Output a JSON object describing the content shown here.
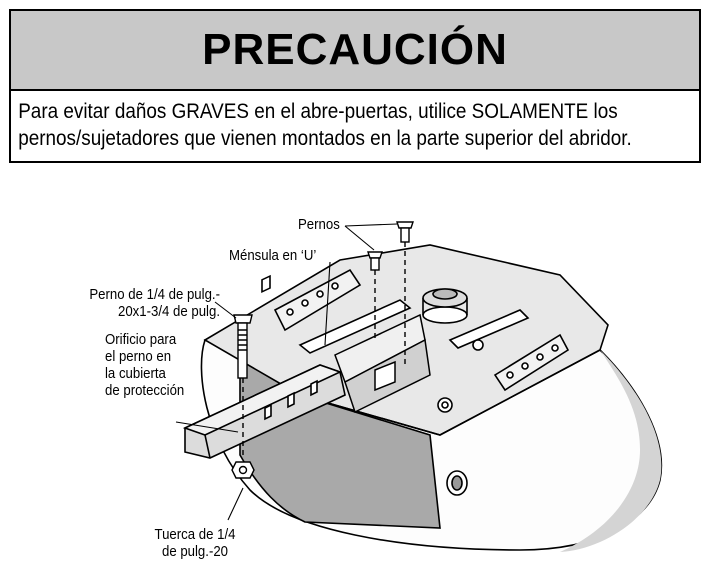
{
  "caution": {
    "title": "PRECAUCIÓN",
    "line1": "Para evitar daños GRAVES en el abre-puertas, utilice SOLAMENTE los",
    "line2": "pernos/sujetadores que vienen montados en la parte superior del abridor."
  },
  "diagram": {
    "labels": {
      "pernos": "Pernos",
      "mensula": "Ménsula en ‘U’",
      "perno_line1": "Perno de 1/4 de pulg.-",
      "perno_line2": "20x1-3/4 de pulg.",
      "orificio_line1": "Orificio para",
      "orificio_line2": "el perno en",
      "orificio_line3": "la cubierta",
      "orificio_line4": "de protección",
      "tuerca_line1": "Tuerca de 1/4",
      "tuerca_line2": "de pulg.-20"
    }
  }
}
